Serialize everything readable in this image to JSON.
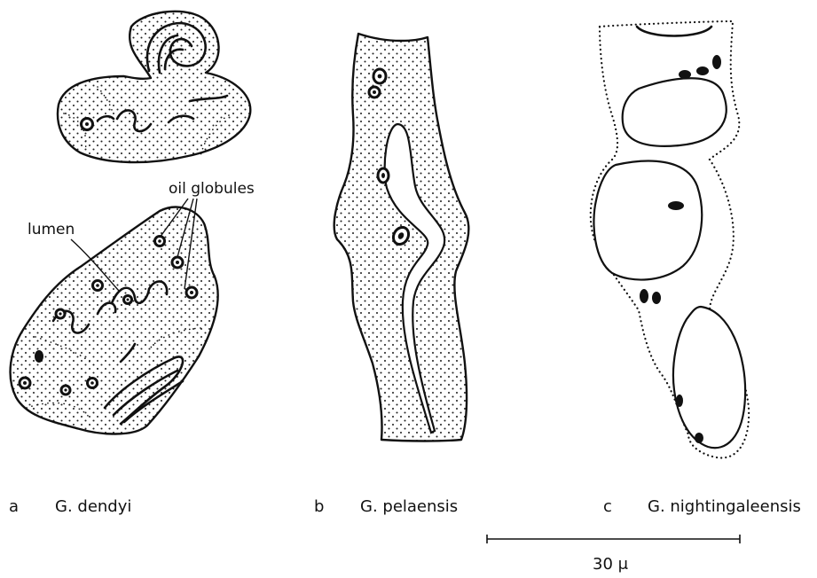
{
  "panels": [
    {
      "letter": "a",
      "species": "G. dendyi"
    },
    {
      "letter": "b",
      "species": "G. pelaensis"
    },
    {
      "letter": "c",
      "species": "G. nightingaleensis"
    }
  ],
  "annotations": {
    "oil_globules": "oil globules",
    "lumen": "lumen"
  },
  "scale_bar": {
    "label": "30 μ"
  }
}
